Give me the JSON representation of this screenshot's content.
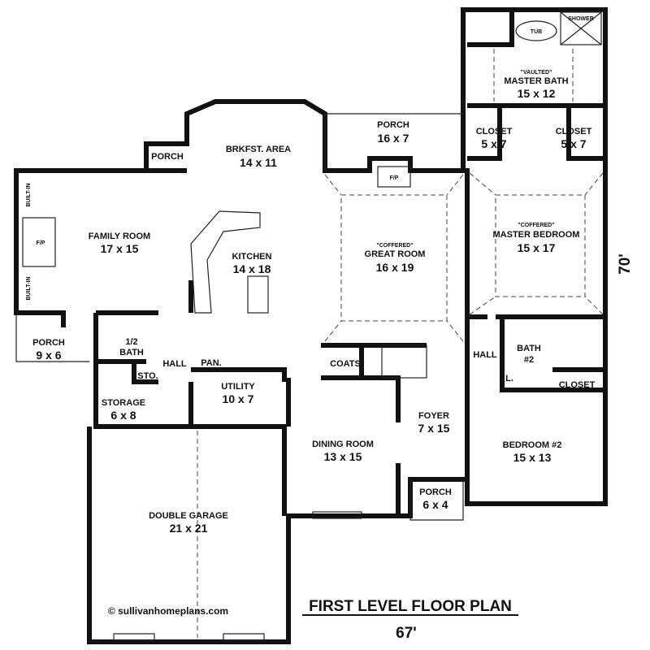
{
  "plan": {
    "title": "FIRST LEVEL FLOOR PLAN",
    "width_dim": "67'",
    "depth_dim": "70'",
    "copyright": "© sullivanhomeplans.com"
  },
  "rooms": {
    "porch_top_left": {
      "name": "PORCH"
    },
    "breakfast": {
      "name": "BRKFST. AREA",
      "size": "14 x 11"
    },
    "porch_rear": {
      "name": "PORCH",
      "size": "16 x 7"
    },
    "master_bath": {
      "note": "\"VAULTED\"",
      "name": "MASTER BATH",
      "size": "15 x 12"
    },
    "closet_left": {
      "name": "CLOSET",
      "size": "5 x 7"
    },
    "closet_right": {
      "name": "CLOSET",
      "size": "5 x 7"
    },
    "family_room": {
      "name": "FAMILY ROOM",
      "size": "17 x 15"
    },
    "kitchen": {
      "name": "KITCHEN",
      "size": "14 x 18"
    },
    "great_room": {
      "note": "\"COFFERED\"",
      "name": "GREAT ROOM",
      "size": "16 x 19"
    },
    "master_bedroom": {
      "note": "\"COFFERED\"",
      "name": "MASTER BEDROOM",
      "size": "15 x 17"
    },
    "porch_left": {
      "name": "PORCH",
      "size": "9 x 6"
    },
    "half_bath": {
      "name": "1/2",
      "name2": "BATH"
    },
    "hall_left": {
      "name": "HALL"
    },
    "pantry": {
      "name": "PAN."
    },
    "coats": {
      "name": "COATS"
    },
    "hall_right": {
      "name": "HALL"
    },
    "bath2": {
      "name": "BATH",
      "size": "#2"
    },
    "linen": {
      "name": "L."
    },
    "closet_bed2": {
      "name": "CLOSET"
    },
    "sto": {
      "name": "STO."
    },
    "storage": {
      "name": "STORAGE",
      "size": "6 x 8"
    },
    "utility": {
      "name": "UTILITY",
      "size": "10 x 7"
    },
    "foyer": {
      "name": "FOYER",
      "size": "7 x 15"
    },
    "dining": {
      "name": "DINING ROOM",
      "size": "13 x 15"
    },
    "bedroom2": {
      "name": "BEDROOM #2",
      "size": "15 x 13"
    },
    "porch_front": {
      "name": "PORCH",
      "size": "6 x 4"
    },
    "garage": {
      "name": "DOUBLE GARAGE",
      "size": "21 x 21"
    }
  },
  "fixtures": {
    "tub": "TUB",
    "shower": "SHOWER",
    "fp_great": "F/P",
    "fp_family": "F/P",
    "builtin": "BUILT-IN"
  }
}
